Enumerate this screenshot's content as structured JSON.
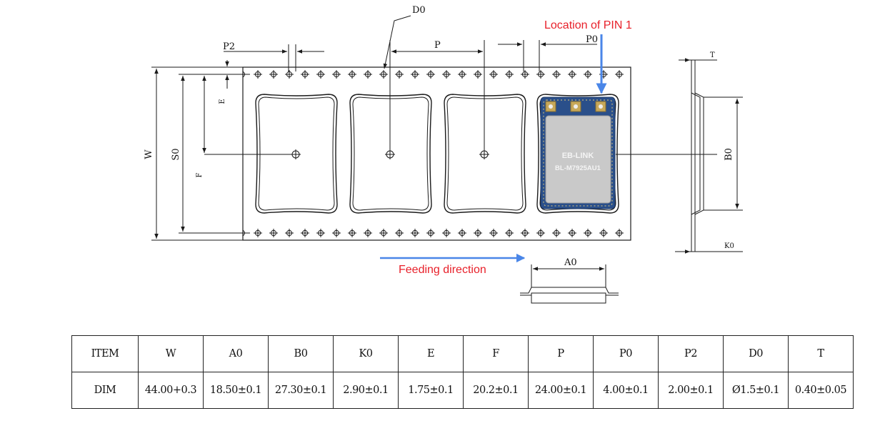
{
  "drawing": {
    "labels": {
      "d0": "D0",
      "p": "P",
      "p0": "P0",
      "p2": "P2",
      "e": "E",
      "f": "F",
      "s0": "S0",
      "w": "W",
      "b0": "B0",
      "t": "T",
      "k0": "K0",
      "a0": "A0"
    },
    "annotations": {
      "pin1": "Location of PIN 1",
      "feed": "Feeding direction"
    },
    "module": {
      "brand": "EB-LINK",
      "model": "BL-M7925AU1"
    },
    "colors": {
      "annotation_red": "#e8202a",
      "arrow_blue": "#4a86e8",
      "module_shield": "#c9c9c9",
      "module_pcb": "#2a4f8a",
      "line": "#1a1a1a"
    }
  },
  "table": {
    "header": [
      "ITEM",
      "W",
      "A0",
      "B0",
      "K0",
      "E",
      "F",
      "P",
      "P0",
      "P2",
      "D0",
      "T"
    ],
    "row": [
      "DIM",
      "44.00+0.3",
      "18.50±0.1",
      "27.30±0.1",
      "2.90±0.1",
      "1.75±0.1",
      "20.2±0.1",
      "24.00±0.1",
      "4.00±0.1",
      "2.00±0.1",
      "Ø1.5±0.1",
      "0.40±0.05"
    ]
  }
}
